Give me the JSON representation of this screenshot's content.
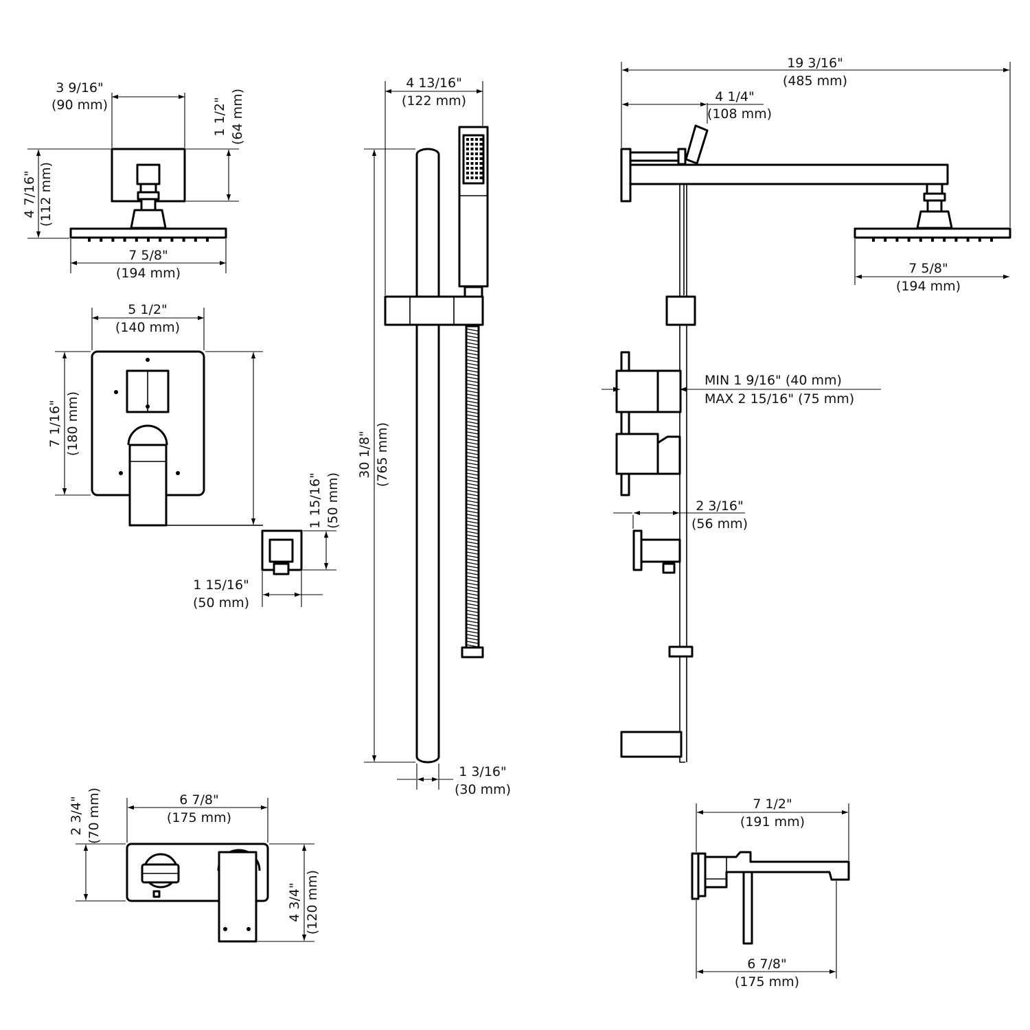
{
  "colors": {
    "ink": "#000000",
    "background": "#ffffff"
  },
  "shower_head_front": {
    "width_in": "3 9/16\"",
    "width_mm": "(90 mm)",
    "depth_in": "1 1/2\"",
    "depth_mm": "(64 mm)",
    "height_in": "4 7/16\"",
    "height_mm": "(112 mm)",
    "head_in": "7 5/8\"",
    "head_mm": "(194 mm)"
  },
  "valve_trim": {
    "width_in": "5 1/2\"",
    "width_mm": "(140 mm)",
    "height_in": "7 1/16\"",
    "height_mm": "(180 mm)"
  },
  "elbow": {
    "height_in": "1 15/16\"",
    "height_mm": "(50 mm)",
    "width_in": "1 15/16\"",
    "width_mm": "(50 mm)"
  },
  "slide_bar": {
    "handshower_in": "4 13/16\"",
    "handshower_mm": "(122 mm)",
    "length_in": "30 1/8\"",
    "length_mm": "(765 mm)",
    "bar_in": "1 3/16\"",
    "bar_mm": "(30 mm)"
  },
  "side_view": {
    "total_in": "19 3/16\"",
    "total_mm": "(485 mm)",
    "arm_in": "4 1/4\"",
    "arm_mm": "(108 mm)",
    "head_in": "7 5/8\"",
    "head_mm": "(194 mm)",
    "min_label": "MIN 1 9/16\" (40 mm)",
    "max_label": "MAX 2 15/16\" (75 mm)",
    "elbow_in": "2 3/16\"",
    "elbow_mm": "(56 mm)"
  },
  "tub_valve": {
    "width_in": "6 7/8\"",
    "width_mm": "(175 mm)",
    "height_in": "2 3/4\"",
    "height_mm": "(70 mm)",
    "total_in": "4 3/4\"",
    "total_mm": "(120 mm)"
  },
  "spout_side": {
    "reach_in": "7 1/2\"",
    "reach_mm": "(191 mm)",
    "width_in": "6 7/8\"",
    "width_mm": "(175 mm)"
  }
}
